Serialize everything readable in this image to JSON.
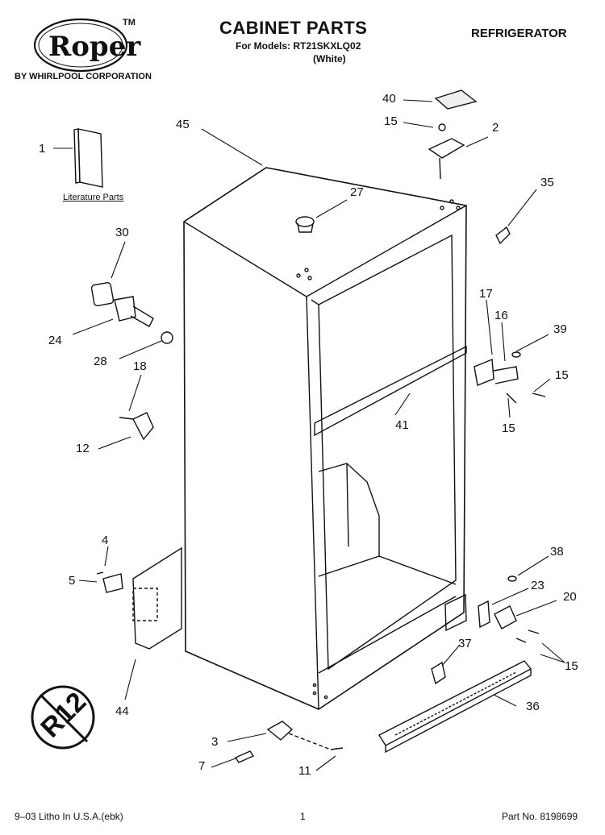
{
  "header": {
    "brand": "Roper",
    "trademark": "TM",
    "brand_sub": "BY WHIRLPOOL CORPORATION",
    "title": "CABINET PARTS",
    "models": "For Models: RT21SKXLQ02",
    "color": "(White)",
    "category": "REFRIGERATOR"
  },
  "literature_label": "Literature Parts",
  "r12_badge": "R12",
  "callouts": [
    "1",
    "45",
    "40",
    "15",
    "2",
    "35",
    "27",
    "30",
    "24",
    "28",
    "18",
    "12",
    "17",
    "16",
    "39",
    "15",
    "15",
    "41",
    "4",
    "5",
    "44",
    "38",
    "23",
    "20",
    "37",
    "15",
    "36",
    "3",
    "7",
    "11"
  ],
  "footer": {
    "left": "9–03 Litho In U.S.A.(ebk)",
    "page": "1",
    "part": "Part No. 8198699"
  }
}
